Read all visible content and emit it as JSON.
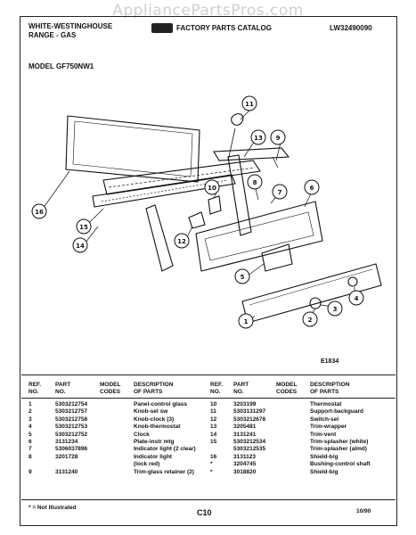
{
  "watermark": "AppliancePartsPros.com",
  "header": {
    "brand_line1": "WHITE-WESTINGHOUSE",
    "brand_line2": "RANGE - GAS",
    "catalog_title": "FACTORY PARTS CATALOG",
    "catalog_number": "LW32490090"
  },
  "model_label": "MODEL GF750NW1",
  "diagram": {
    "callouts": [
      "1",
      "2",
      "3",
      "4",
      "5",
      "6",
      "7",
      "8",
      "9",
      "10",
      "11",
      "12",
      "13",
      "14",
      "15",
      "16"
    ]
  },
  "diagram_code": "E1834",
  "columns": {
    "ref_no_1": "REF.",
    "ref_no_2": "NO.",
    "part_no_1": "PART",
    "part_no_2": "NO.",
    "model_codes_1": "MODEL",
    "model_codes_2": "CODES",
    "description_1": "DESCRIPTION",
    "description_2": "OF PARTS"
  },
  "parts_left": [
    {
      "ref": "1",
      "part": "5303212754",
      "desc": "Panel-control glass"
    },
    {
      "ref": "2",
      "part": "5303212757",
      "desc": "Knob-sel sw"
    },
    {
      "ref": "3",
      "part": "5303212758",
      "desc": "Knob-clock (3)"
    },
    {
      "ref": "4",
      "part": "5303212753",
      "desc": "Knob-thermostat"
    },
    {
      "ref": "5",
      "part": "5303212752",
      "desc": "Clock"
    },
    {
      "ref": "6",
      "part": "3131234",
      "desc": "Plate-instr mtg"
    },
    {
      "ref": "7",
      "part": "5306037896",
      "desc": "Indicator light (2 clear)"
    },
    {
      "ref": "8",
      "part": "3201728",
      "desc": "Indicator light"
    },
    {
      "ref": "",
      "part": "",
      "desc": "(lock red)"
    },
    {
      "ref": "9",
      "part": "3131240",
      "desc": "Trim-glass retainer (2)"
    }
  ],
  "parts_right": [
    {
      "ref": "10",
      "part": "3203199",
      "desc": "Thermostat"
    },
    {
      "ref": "11",
      "part": "5303131297",
      "desc": "Support-backguard"
    },
    {
      "ref": "12",
      "part": "5303212678",
      "desc": "Switch-sel"
    },
    {
      "ref": "13",
      "part": "3205481",
      "desc": "Trim-wrapper"
    },
    {
      "ref": "14",
      "part": "3131241",
      "desc": "Trim-vent"
    },
    {
      "ref": "15",
      "part": "5303212534",
      "desc": "Trim-splasher (white)"
    },
    {
      "ref": "",
      "part": "5303212535",
      "desc": "Trim-splasher (almd)"
    },
    {
      "ref": "16",
      "part": "3131123",
      "desc": "Shield-b/g"
    },
    {
      "ref": "*",
      "part": "3204745",
      "desc": "Bushing-control shaft"
    },
    {
      "ref": "*",
      "part": "3018820",
      "desc": "Shield-b/g"
    }
  ],
  "footer": {
    "note": "* = Not Illustrated",
    "page": "C10",
    "date": "10/90"
  }
}
